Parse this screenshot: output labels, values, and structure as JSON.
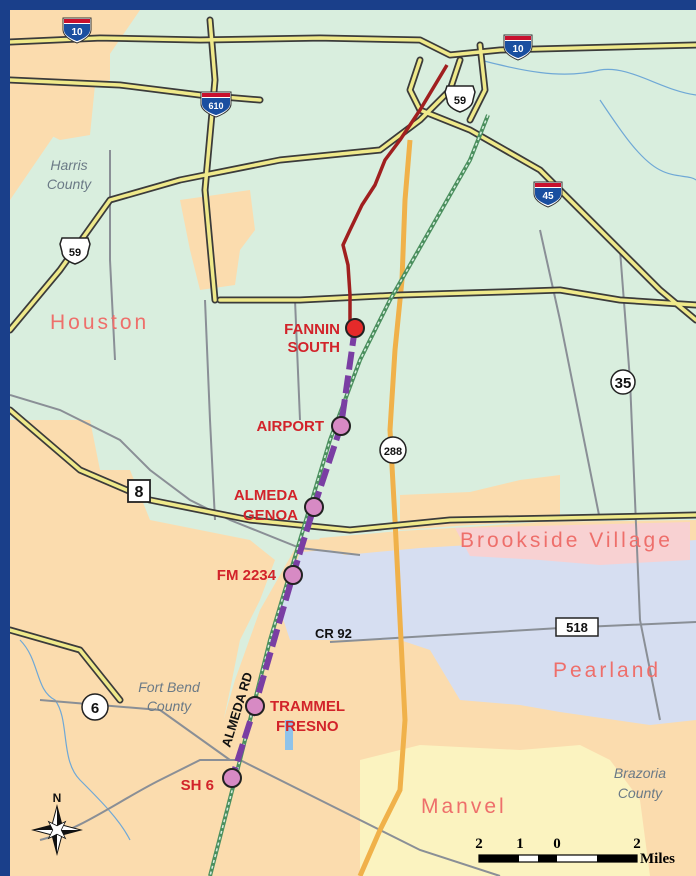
{
  "places": {
    "houston": "Houston",
    "brookside_village": "Brookside Village",
    "pearland": "Pearland",
    "manvel": "Manvel"
  },
  "counties": {
    "harris_1": "Harris",
    "harris_2": "County",
    "fort_bend_1": "Fort Bend",
    "fort_bend_2": "County",
    "brazoria_1": "Brazoria",
    "brazoria_2": "County"
  },
  "stations": {
    "fannin_1": "FANNIN",
    "fannin_2": "SOUTH",
    "airport": "AIRPORT",
    "almeda_1": "ALMEDA",
    "almeda_2": "GENOA",
    "fm2234": "FM 2234",
    "trammel_1": "TRAMMEL",
    "trammel_2": "FRESNO",
    "sh6": "SH 6"
  },
  "roads": {
    "i10_a": "10",
    "i10_b": "10",
    "i610": "610",
    "i45": "45",
    "us59_a": "59",
    "us59_b": "59",
    "sh35": "35",
    "sh288": "288",
    "bw8": "8",
    "sh6": "6",
    "fm518": "518",
    "cr92": "CR 92",
    "almeda_rd": "ALMEDA RD"
  },
  "scale": {
    "t0": "2",
    "t1": "1",
    "t2": "0",
    "t3": "2",
    "unit": "Miles"
  },
  "compass": {
    "north": "N"
  },
  "colors": {
    "frame": "#1a3f8a",
    "houston_area": "#d9eede",
    "unincorporated": "#fbdcae",
    "pearland_area": "#d6def1",
    "manvel_area": "#fbf3c0",
    "highway_fill": "#efe98a",
    "highway_casing": "#3b3b3b",
    "route_existing": "#a01f1f",
    "route_proposed": "#7a3ea3",
    "station_fill": "#d78ac4",
    "station_terminal": "#e52a2a",
    "station_label": "#d2232a",
    "sh288_line": "#f0b14a"
  }
}
